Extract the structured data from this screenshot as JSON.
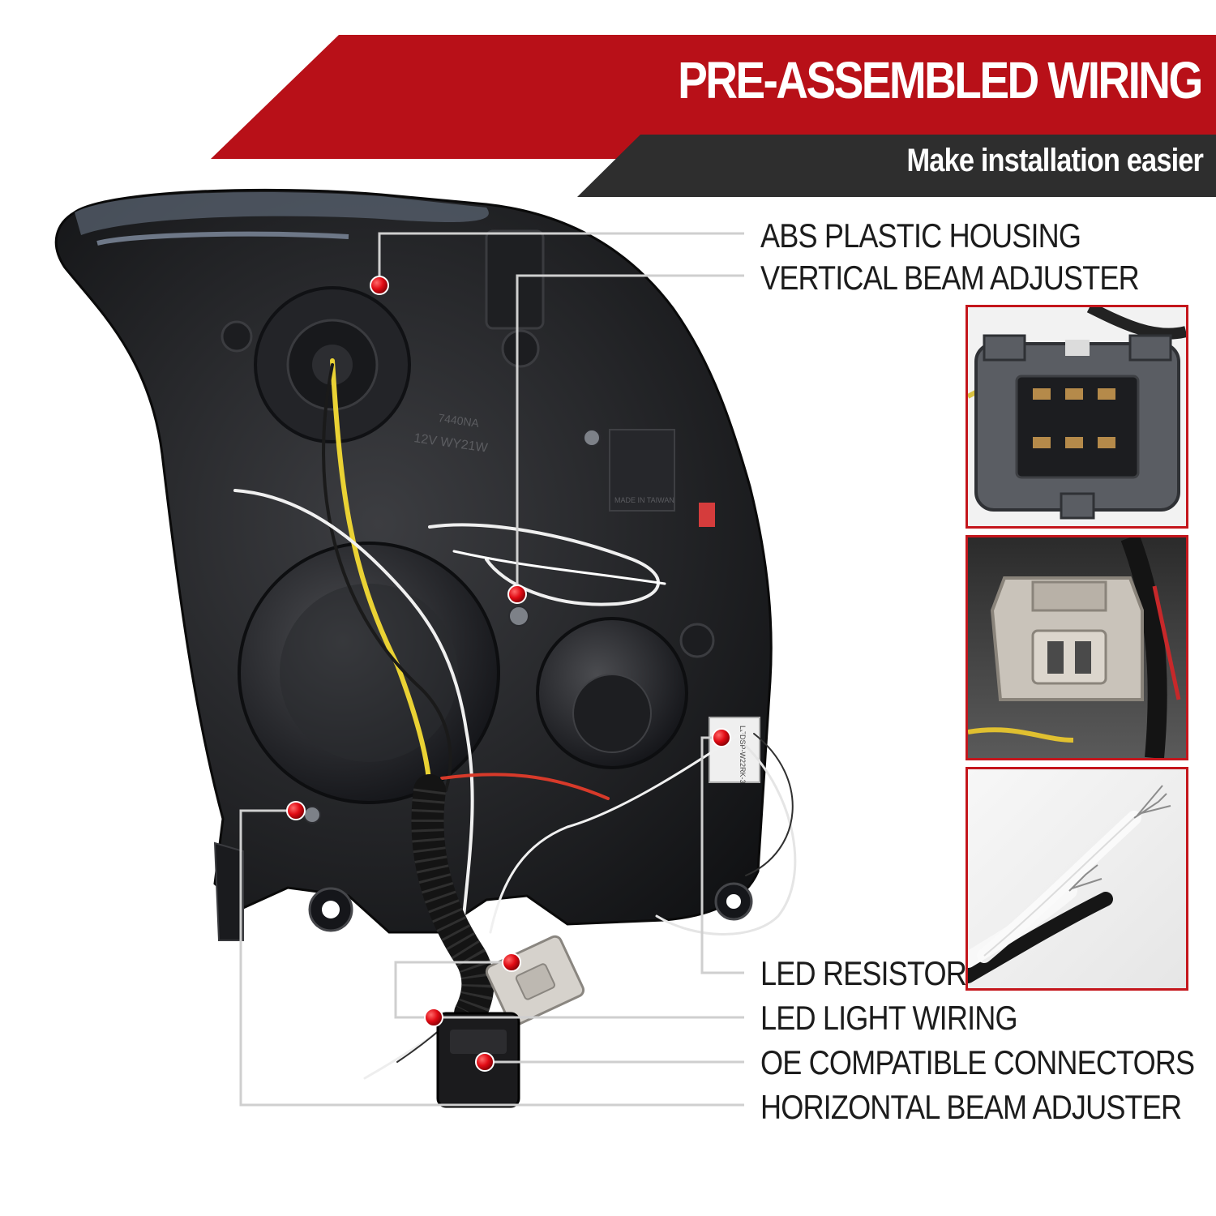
{
  "banner": {
    "title": "PRE-ASSEMBLED WIRING",
    "subtitle": "Make installation easier",
    "red_color": "#b81018",
    "dark_color": "#2e2e2e"
  },
  "callouts": [
    {
      "id": "abs",
      "label": "ABS PLASTIC HOUSING"
    },
    {
      "id": "vertical",
      "label": "VERTICAL BEAM ADJUSTER"
    },
    {
      "id": "resistor",
      "label": "LED RESISTOR"
    },
    {
      "id": "wiring",
      "label": "LED LIGHT WIRING"
    },
    {
      "id": "connectors",
      "label": "OE COMPATIBLE CONNECTORS"
    },
    {
      "id": "horizontal",
      "label": "HORIZONTAL BEAM ADJUSTER"
    }
  ],
  "housing_markings": {
    "bulb": "7440NA",
    "rating": "12V WY21W",
    "origin": "MADE IN TAIWAN",
    "resistor_tag": "LEDSP-W22RK-3"
  },
  "marker_color": "#e10b14",
  "inset_border_color": "#c4161c",
  "icons": [
    "callout-dot-icon"
  ]
}
